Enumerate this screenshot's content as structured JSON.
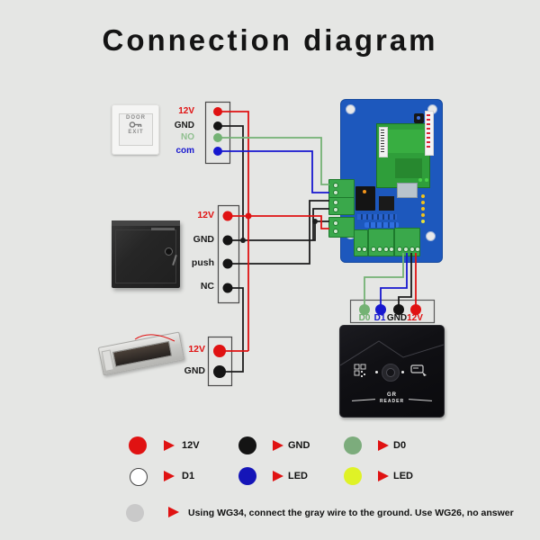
{
  "title": "Connection diagram",
  "colors": {
    "background": "#e5e6e4",
    "wire_red": "#e01212",
    "wire_black": "#1c1c1c",
    "wire_green": "#74b274",
    "wire_blue": "#1717cf",
    "pcb_blue": "#1d58bd",
    "module_green": "#2f9e3a",
    "terminal_green": "#3aa84b",
    "reader_black": "#0d0d0f"
  },
  "door_button": {
    "line1": "DOOR",
    "line2": "EXIT"
  },
  "door_block": {
    "labels": [
      {
        "text": "12V",
        "color": "#e01212"
      },
      {
        "text": "GND",
        "color": "#1a1a1a"
      },
      {
        "text": "NO",
        "color": "#8fbf8f"
      },
      {
        "text": "com",
        "color": "#1717cf"
      }
    ]
  },
  "power_block": {
    "labels": [
      {
        "text": "12V",
        "color": "#e01212"
      },
      {
        "text": "GND",
        "color": "#1a1a1a"
      },
      {
        "text": "push",
        "color": "#1a1a1a"
      },
      {
        "text": "NC",
        "color": "#1a1a1a"
      }
    ]
  },
  "lock_block": {
    "labels": [
      {
        "text": "12V",
        "color": "#e01212"
      },
      {
        "text": "GND",
        "color": "#1a1a1a"
      }
    ]
  },
  "reader_block": {
    "labels": [
      {
        "text": "D0",
        "color": "#6fae6f"
      },
      {
        "text": "D1",
        "color": "#1717cf"
      },
      {
        "text": "GND",
        "color": "#141414"
      },
      {
        "text": "12V",
        "color": "#e01212"
      }
    ]
  },
  "reader": {
    "brand_line1": "GR",
    "brand_line2": "READER"
  },
  "legend": {
    "items": [
      {
        "swatch": "#e01212",
        "label": "12V"
      },
      {
        "swatch": "#141414",
        "label": "GND"
      },
      {
        "swatch": "#7cac7c",
        "label": "D0"
      },
      {
        "swatch": "#ffffff",
        "label": "D1"
      },
      {
        "swatch": "#1515b8",
        "label": "LED"
      },
      {
        "swatch": "#dff226",
        "label": "LED"
      }
    ],
    "note": {
      "swatch": "#c9c9c9",
      "text": "Using WG34, connect the gray wire to the ground. Use WG26, no answer"
    }
  }
}
